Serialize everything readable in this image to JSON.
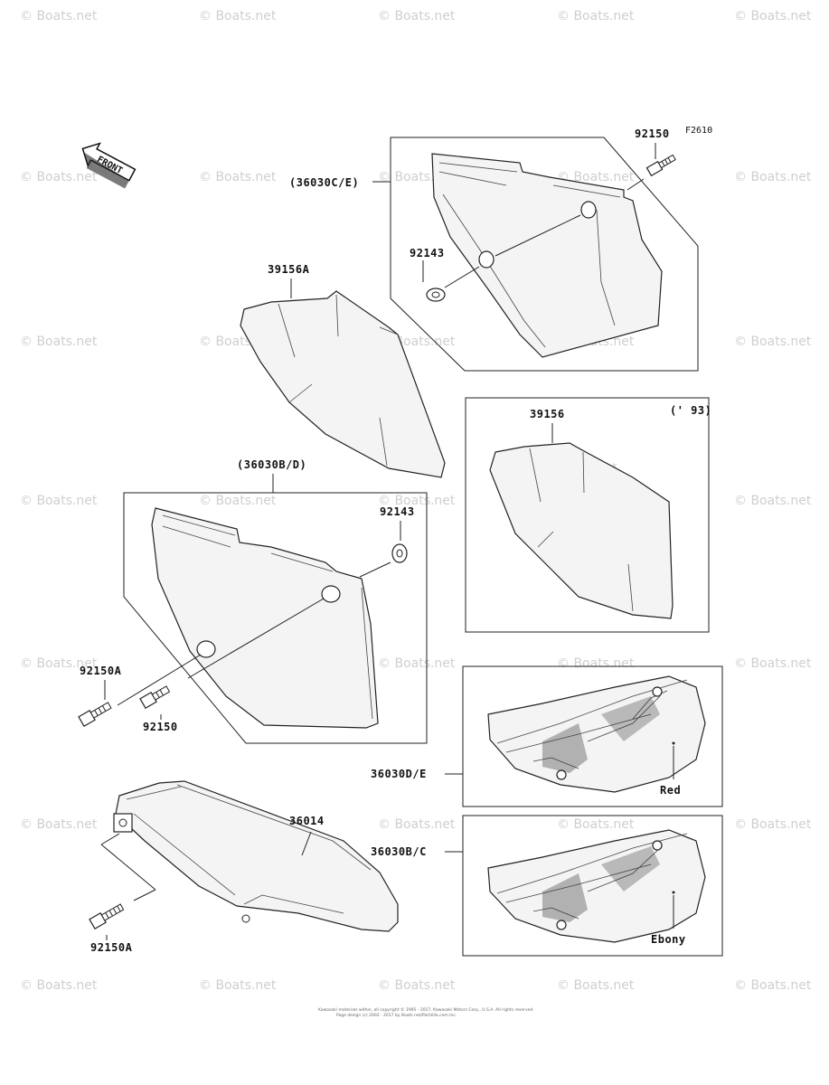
{
  "diagram": {
    "figure_code": "F2610",
    "front_label": "FRONT",
    "year_note": "(' 93)",
    "labels": {
      "cover_rh_set": "(36030C/E)",
      "cover_lh_set": "(36030B/D)",
      "bolt_top": "92150",
      "collar_top": "92143",
      "pad_a": "39156A",
      "pad": "39156",
      "collar_left": "92143",
      "bolt_a_left": "92150A",
      "bolt_left": "92150",
      "chain_guard": "36014",
      "bolt_a_bottom": "92150A",
      "cover_red": "36030D/E",
      "cover_ebony": "36030B/C",
      "color_red": "Red",
      "color_ebony": "Ebony"
    },
    "watermark": "© Boats.net",
    "footer_line1": "Kawasaki materials within, all copyright © 1995 - 2017, Kawasaki Motors Corp., U.S.A. All rights reserved.",
    "footer_line2": "Page design (c) 2002 - 2017 by Boats.net/Partzilla.com Inc."
  }
}
